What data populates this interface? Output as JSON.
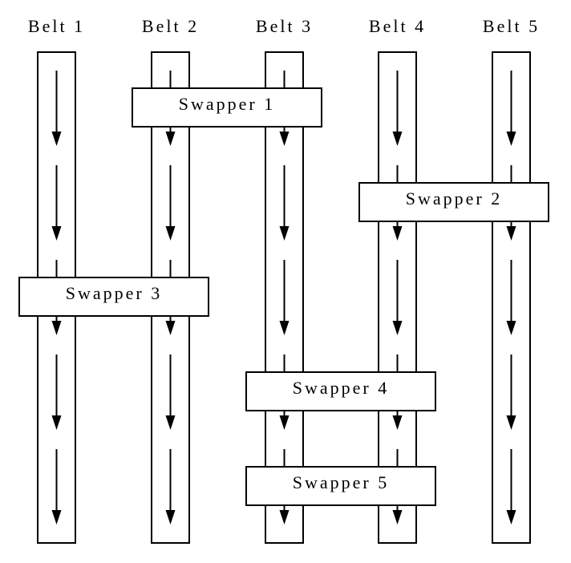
{
  "belts": [
    {
      "label": "Belt 1"
    },
    {
      "label": "Belt 2"
    },
    {
      "label": "Belt 3"
    },
    {
      "label": "Belt 4"
    },
    {
      "label": "Belt 5"
    }
  ],
  "swappers": [
    {
      "label": "Swapper 1",
      "connects": [
        "Belt 2",
        "Belt 3"
      ]
    },
    {
      "label": "Swapper 2",
      "connects": [
        "Belt 4",
        "Belt 5"
      ]
    },
    {
      "label": "Swapper 3",
      "connects": [
        "Belt 1",
        "Belt 2"
      ]
    },
    {
      "label": "Swapper 4",
      "connects": [
        "Belt 3",
        "Belt 4"
      ]
    },
    {
      "label": "Swapper 5",
      "connects": [
        "Belt 3",
        "Belt 4"
      ]
    }
  ],
  "flow_direction": "down",
  "colors": {
    "stroke": "#000000",
    "fill": "#ffffff"
  }
}
